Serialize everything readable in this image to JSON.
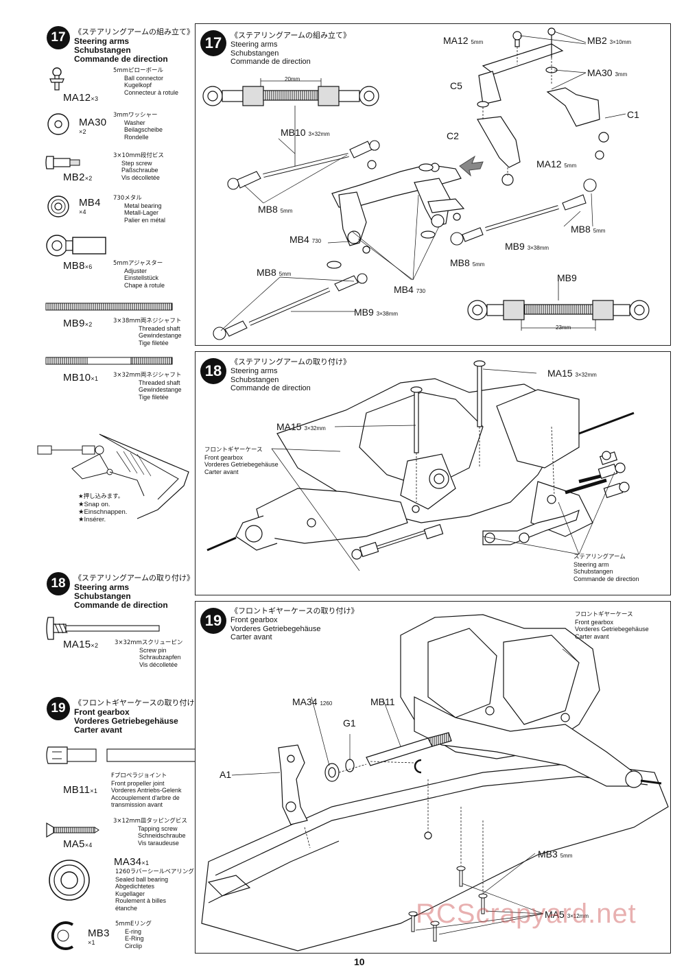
{
  "page_number": "10",
  "watermark": "RCScrapyard.net",
  "steps": {
    "s17": {
      "num": "17",
      "jp": "《ステアリングアームの組み立て》",
      "en": "Steering arms",
      "de": "Schubstangen",
      "fr": "Commande de direction"
    },
    "s18": {
      "num": "18",
      "jp": "《ステアリングアームの取り付け》",
      "en": "Steering arms",
      "de": "Schubstangen",
      "fr": "Commande de direction"
    },
    "s19": {
      "num": "19",
      "jp": "《フロントギヤーケースの取り付け》",
      "en": "Front gearbox",
      "de": "Vorderes Getriebegehäuse",
      "fr": "Carter avant"
    }
  },
  "parts17": [
    {
      "code": "MA12",
      "qty": "×3",
      "jp": "5mmピローボール",
      "en": "Ball connector",
      "de": "Kugelkopf",
      "fr": "Connecteur à rotule"
    },
    {
      "code": "MA30",
      "qty": "×2",
      "jp": "3mmワッシャー",
      "en": "Washer",
      "de": "Beilagscheibe",
      "fr": "Rondelle"
    },
    {
      "code": "MB2",
      "qty": "×2",
      "jp": "3×10mm段付ビス",
      "en": "Step screw",
      "de": "Paßschraube",
      "fr": "Vis décolletée"
    },
    {
      "code": "MB4",
      "qty": "×4",
      "jp": "730メタル",
      "en": "Metal bearing",
      "de": "Metall-Lager",
      "fr": "Palier en métal"
    },
    {
      "code": "MB8",
      "qty": "×6",
      "jp": "5mmアジャスター",
      "en": "Adjuster",
      "de": "Einstellstück",
      "fr": "Chape à rotule"
    },
    {
      "code": "MB9",
      "qty": "×2",
      "jp": "3×38mm両ネジシャフト",
      "en": "Threaded shaft",
      "de": "Gewindestange",
      "fr": "Tige filetée"
    },
    {
      "code": "MB10",
      "qty": "×1",
      "jp": "3×32mm両ネジシャフト",
      "en": "Threaded shaft",
      "de": "Gewindestange",
      "fr": "Tige filetée"
    }
  ],
  "snap_note": {
    "jp": "★押し込みます。",
    "en": "★Snap on.",
    "de": "★Einschnappen.",
    "fr": "★Insérer."
  },
  "parts18": [
    {
      "code": "MA15",
      "qty": "×2",
      "jp": "3×32mmスクリューピン",
      "en": "Screw pin",
      "de": "Schraubzapfen",
      "fr": "Vis décolletée"
    }
  ],
  "parts19": [
    {
      "code": "MB11",
      "qty": "×1",
      "jp": "Fプロペラジョイント",
      "en": "Front propeller joint",
      "de": "Vorderes Antriebs-Gelenk",
      "fr": "Accouplement d'arbre de",
      "fr2": "transmission avant"
    },
    {
      "code": "MA5",
      "qty": "×4",
      "jp": "3×12mm皿タッピングビス",
      "en": "Tapping screw",
      "de": "Schneidschraube",
      "fr": "Vis taraudeuse"
    },
    {
      "code": "MA34",
      "qty": "×1",
      "jp": "1260ラバーシールベアリング",
      "en": "Sealed ball bearing",
      "de": "Abgedichtetes",
      "fr": "Kugellager",
      "fr2": "Roulement à billes",
      "fr3": "étanche"
    },
    {
      "code": "MB3",
      "qty": "×1",
      "jp": "5mmEリング",
      "en": "E-ring",
      "de": "E-Ring",
      "fr": "Circlip"
    }
  ],
  "diag17": {
    "dim20": "20mm",
    "dim23": "23mm",
    "MA12": "MA12",
    "MA12s": "5mm",
    "MB2": "MB2",
    "MB2s": "3×10mm",
    "MA30": "MA30",
    "MA30s": "3mm",
    "C5": "C5",
    "C1": "C1",
    "C2": "C2",
    "MA12b": "MA12",
    "MA12bs": "5mm",
    "MB10": "MB10",
    "MB10s": "3×32mm",
    "MB8a": "MB8",
    "MB8as": "5mm",
    "MB4a": "MB4",
    "MB4as": "730",
    "MB8b": "MB8",
    "MB8bs": "5mm",
    "MB4b": "MB4",
    "MB4bs": "730",
    "MB9a": "MB9",
    "MB9as": "3×38mm",
    "MB8c": "MB8",
    "MB8cs": "5mm",
    "MB9b": "MB9",
    "MB9bs": "3×38mm",
    "MB8d": "MB8",
    "MB8ds": "5mm",
    "MB9c": "MB9"
  },
  "diag18": {
    "MA15a": "MA15",
    "MA15as": "3×32mm",
    "MA15b": "MA15",
    "MA15bs": "3×32mm",
    "fg_jp": "フロントギヤーケース",
    "fg_en": "Front gearbox",
    "fg_de": "Vorderes Getriebegehäuse",
    "fg_fr": "Carter avant",
    "sa_jp": "ステアリングアーム",
    "sa_en": "Steering arm",
    "sa_de": "Schubstangen",
    "sa_fr": "Commande de direction"
  },
  "diag19": {
    "fg_jp": "フロントギヤーケース",
    "fg_en": "Front gearbox",
    "fg_de": "Vorderes Getriebegehäuse",
    "fg_fr": "Carter avant",
    "MA34": "MA34",
    "MA34s": "1260",
    "MB11": "MB11",
    "G1": "G1",
    "A1": "A1",
    "MB3": "MB3",
    "MB3s": "5mm",
    "MA5": "MA5",
    "MA5s": "3×12mm"
  }
}
